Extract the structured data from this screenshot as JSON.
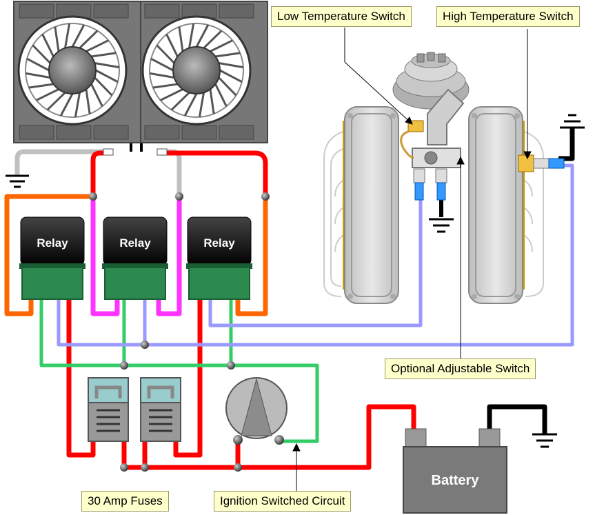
{
  "labels": {
    "low_temp_switch": "Low Temperature Switch",
    "high_temp_switch": "High Temperature Switch",
    "optional_switch": "Optional Adjustable Switch",
    "fuses": "30 Amp Fuses",
    "ignition": "Ignition Switched Circuit"
  },
  "relays": [
    "Relay",
    "Relay",
    "Relay"
  ],
  "battery_label": "Battery",
  "colors": {
    "power_wire": "#ff0000",
    "ground_wire": "#000000",
    "relay_trigger_wire": "#ff66ff",
    "ignition_wire": "#33cc66",
    "switch_wire": "#9999ff",
    "fan_feed_wire": "#ff6600",
    "fan_ground_wire": "#c0c0c0",
    "label_background": "#ffffcc"
  }
}
